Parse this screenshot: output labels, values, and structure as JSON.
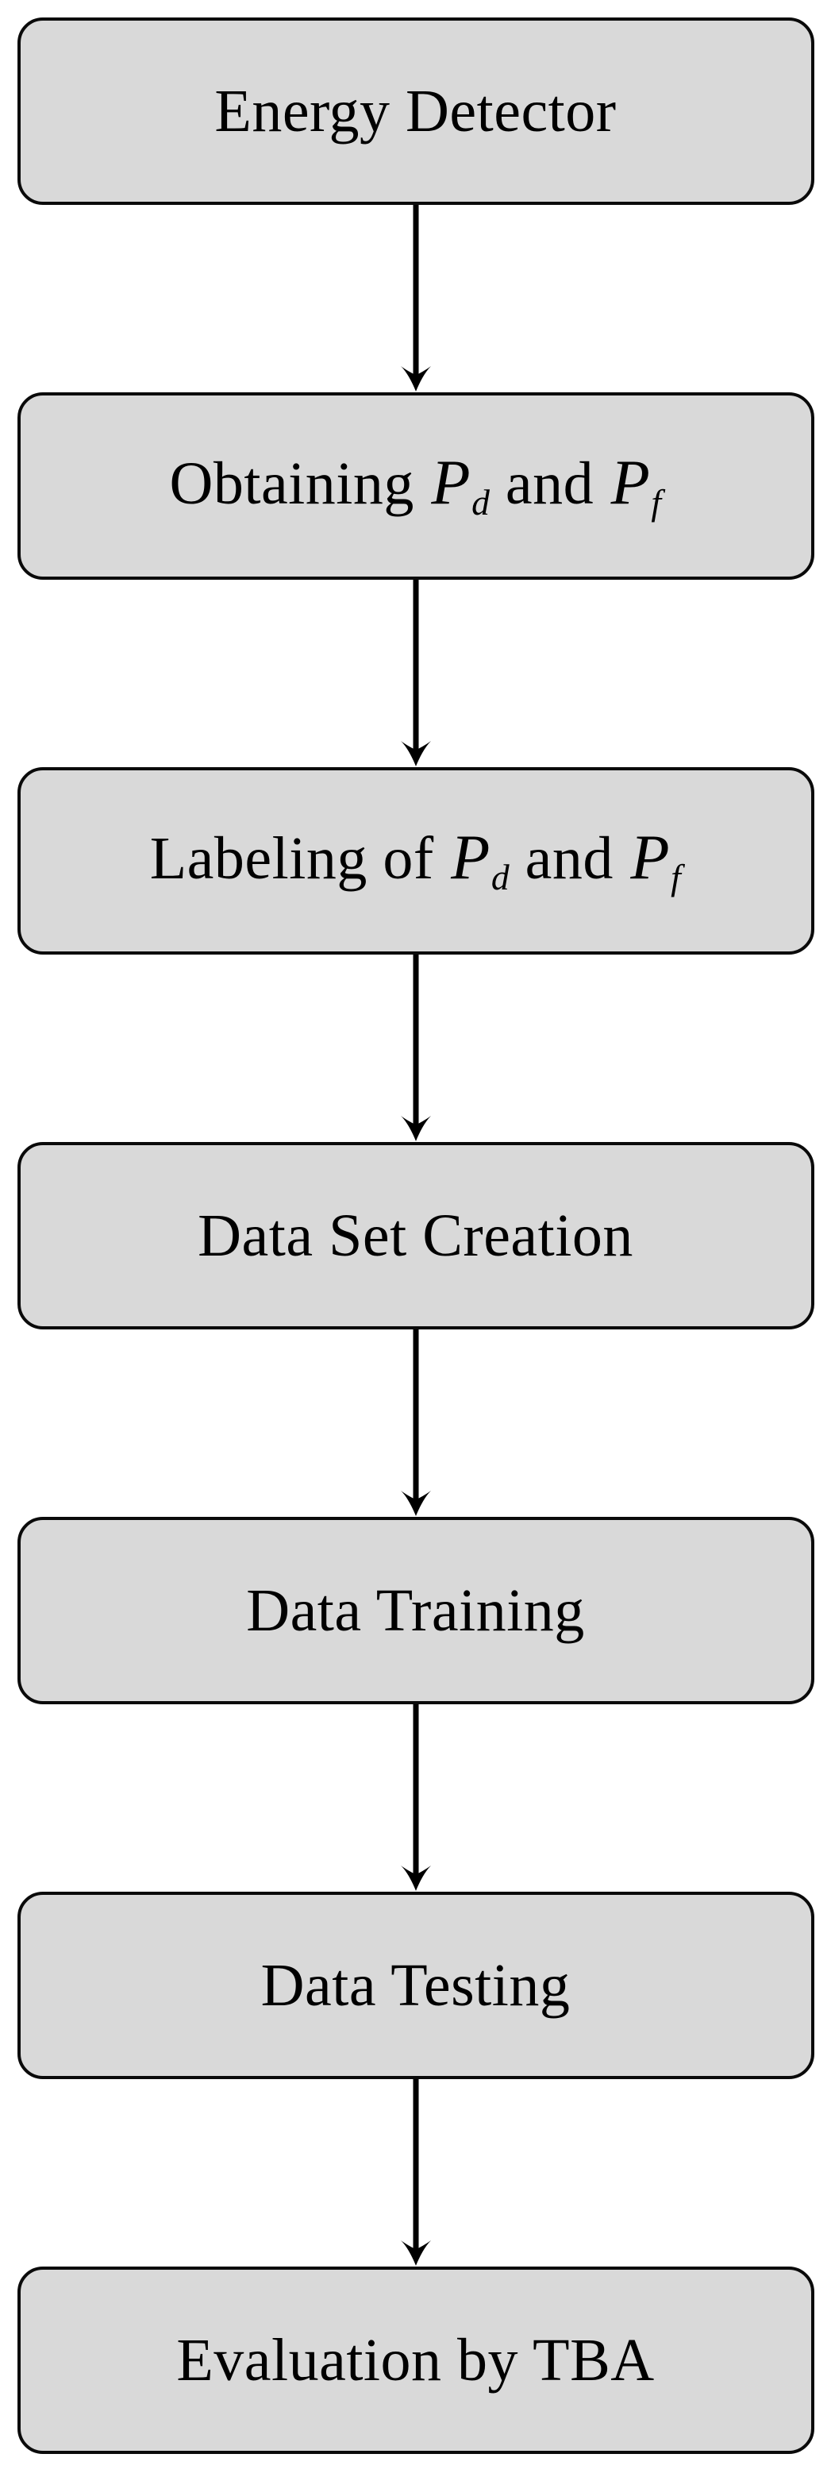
{
  "diagram": {
    "type": "flowchart",
    "direction": "top-down",
    "colors": {
      "background": "#ffffff",
      "node_fill": "#d9d9d9",
      "node_border": "#0a0a0a",
      "arrow": "#000000",
      "text": "#000000"
    },
    "nodes": [
      {
        "id": "energy-detector",
        "label": "Energy Detector",
        "parts": [
          [
            "Energy Detector",
            "text"
          ]
        ]
      },
      {
        "id": "obtaining-pd-pf",
        "label": "Obtaining 𝒫_d and 𝒫_f",
        "parts": [
          [
            "Obtaining ",
            "text"
          ],
          [
            "P",
            "mathcal"
          ],
          [
            "d",
            "subscript"
          ],
          [
            " and ",
            "text"
          ],
          [
            "P",
            "mathcal"
          ],
          [
            "f",
            "subscript"
          ]
        ]
      },
      {
        "id": "labeling-pd-pf",
        "label": "Labeling of 𝒫_d and 𝒫_f",
        "parts": [
          [
            "Labeling of ",
            "text"
          ],
          [
            "P",
            "mathcal"
          ],
          [
            "d",
            "subscript"
          ],
          [
            " and ",
            "text"
          ],
          [
            "P",
            "mathcal"
          ],
          [
            "f",
            "subscript"
          ]
        ]
      },
      {
        "id": "data-set-creation",
        "label": "Data Set Creation",
        "parts": [
          [
            "Data Set Creation",
            "text"
          ]
        ]
      },
      {
        "id": "data-training",
        "label": "Data Training",
        "parts": [
          [
            "Data Training",
            "text"
          ]
        ]
      },
      {
        "id": "data-testing",
        "label": "Data Testing",
        "parts": [
          [
            "Data Testing",
            "text"
          ]
        ]
      },
      {
        "id": "evaluation-by-tba",
        "label": "Evaluation by TBA",
        "parts": [
          [
            "Evaluation by TBA",
            "text"
          ]
        ]
      }
    ],
    "edges": [
      {
        "from": "energy-detector",
        "to": "obtaining-pd-pf"
      },
      {
        "from": "obtaining-pd-pf",
        "to": "labeling-pd-pf"
      },
      {
        "from": "labeling-pd-pf",
        "to": "data-set-creation"
      },
      {
        "from": "data-set-creation",
        "to": "data-training"
      },
      {
        "from": "data-training",
        "to": "data-testing"
      },
      {
        "from": "data-testing",
        "to": "evaluation-by-tba"
      }
    ]
  }
}
